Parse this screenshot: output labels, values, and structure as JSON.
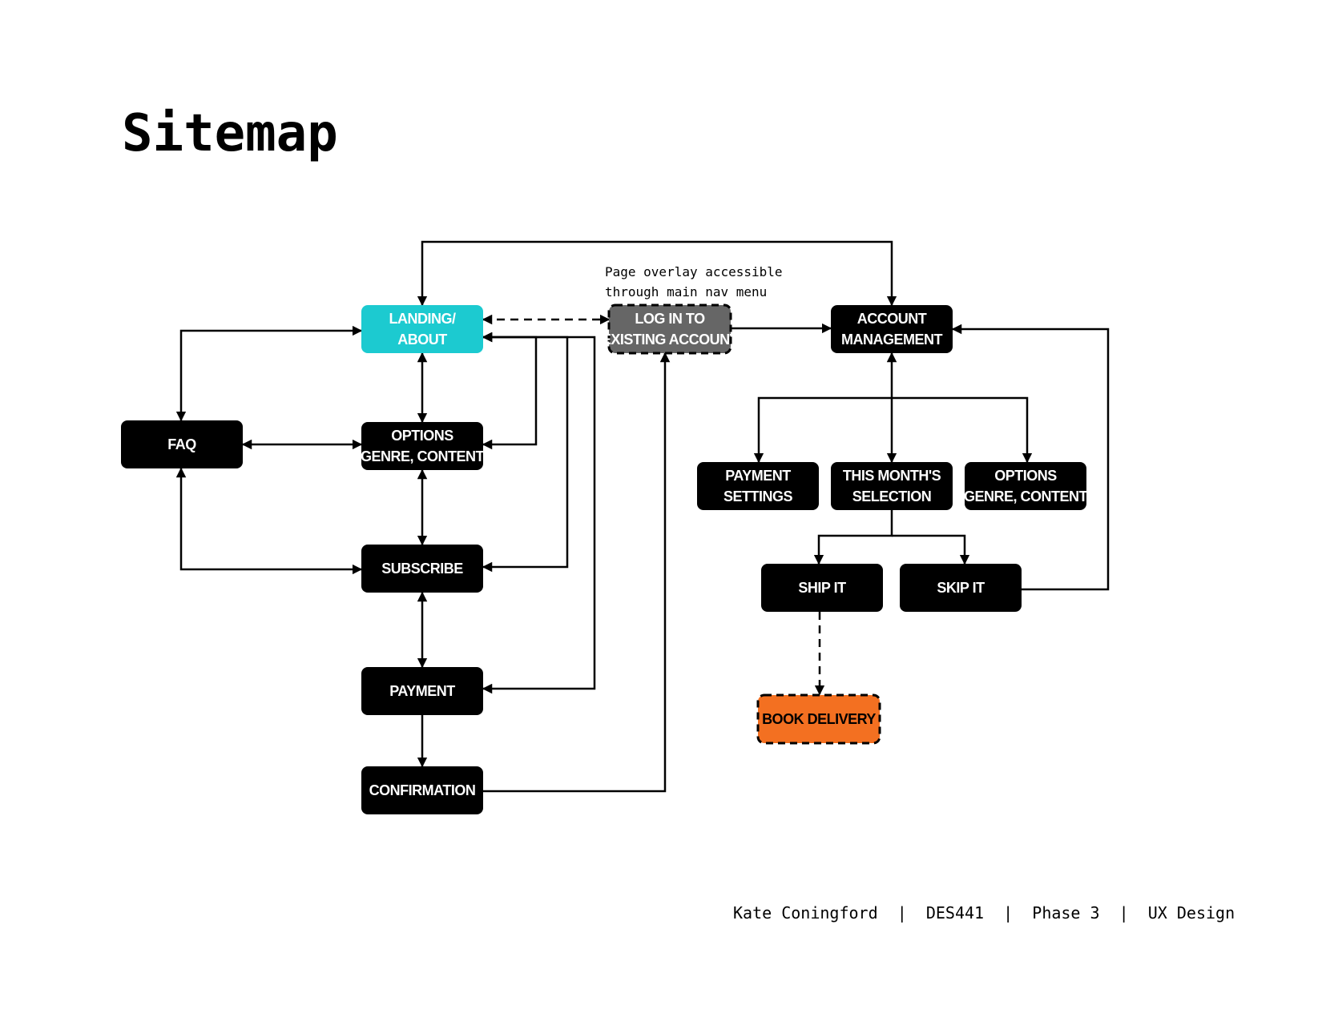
{
  "title": "Sitemap",
  "note": [
    "Page overlay accessible",
    "through main nav menu"
  ],
  "footer": "Kate Coningford  |  DES441  |  Phase 3  |  UX Design",
  "colors": {
    "landing": "#1ccad0",
    "login": "#666666",
    "book_delivery": "#f37021",
    "node": "#000000",
    "background": "#ffffff"
  },
  "nodes": [
    {
      "id": "landing",
      "lines": [
        "LANDING/",
        "ABOUT"
      ],
      "fill": "#1ccad0",
      "dashed": false
    },
    {
      "id": "faq",
      "lines": [
        "FAQ"
      ],
      "fill": "#000000",
      "dashed": false
    },
    {
      "id": "options-left",
      "lines": [
        "OPTIONS",
        "(GENRE, CONTENT)"
      ],
      "fill": "#000000",
      "dashed": false
    },
    {
      "id": "subscribe",
      "lines": [
        "SUBSCRIBE"
      ],
      "fill": "#000000",
      "dashed": false
    },
    {
      "id": "payment",
      "lines": [
        "PAYMENT"
      ],
      "fill": "#000000",
      "dashed": false
    },
    {
      "id": "confirmation",
      "lines": [
        "CONFIRMATION"
      ],
      "fill": "#000000",
      "dashed": false
    },
    {
      "id": "login",
      "lines": [
        "LOG IN TO",
        "EXISTING ACCOUNT"
      ],
      "fill": "#666666",
      "dashed": true
    },
    {
      "id": "account",
      "lines": [
        "ACCOUNT",
        "MANAGEMENT"
      ],
      "fill": "#000000",
      "dashed": false
    },
    {
      "id": "payment-settings",
      "lines": [
        "PAYMENT",
        "SETTINGS"
      ],
      "fill": "#000000",
      "dashed": false
    },
    {
      "id": "this-month",
      "lines": [
        "THIS MONTH'S",
        "SELECTION"
      ],
      "fill": "#000000",
      "dashed": false
    },
    {
      "id": "options-right",
      "lines": [
        "OPTIONS",
        "(GENRE, CONTENT)"
      ],
      "fill": "#000000",
      "dashed": false
    },
    {
      "id": "ship",
      "lines": [
        "SHIP IT"
      ],
      "fill": "#000000",
      "dashed": false
    },
    {
      "id": "skip",
      "lines": [
        "SKIP IT"
      ],
      "fill": "#000000",
      "dashed": false
    },
    {
      "id": "book",
      "lines": [
        "BOOK DELIVERY"
      ],
      "fill": "#f37021",
      "dashed": true
    }
  ],
  "edges": [
    {
      "id": "landing-account",
      "from": "landing",
      "to": "account",
      "bidirectional": true,
      "dashed": false
    },
    {
      "id": "landing-login",
      "from": "landing",
      "to": "login",
      "bidirectional": true,
      "dashed": true
    },
    {
      "id": "login-account",
      "from": "login",
      "to": "account",
      "bidirectional": false,
      "dashed": false
    },
    {
      "id": "landing-faq",
      "from": "landing",
      "to": "faq",
      "bidirectional": true,
      "dashed": false
    },
    {
      "id": "landing-options",
      "from": "landing",
      "to": "options-left",
      "bidirectional": true,
      "dashed": false
    },
    {
      "id": "faq-options",
      "from": "faq",
      "to": "options-left",
      "bidirectional": true,
      "dashed": false
    },
    {
      "id": "faq-subscribe",
      "from": "faq",
      "to": "subscribe",
      "bidirectional": true,
      "dashed": false
    },
    {
      "id": "options-subscribe",
      "from": "options-left",
      "to": "subscribe",
      "bidirectional": true,
      "dashed": false
    },
    {
      "id": "subscribe-payment",
      "from": "subscribe",
      "to": "payment",
      "bidirectional": true,
      "dashed": false
    },
    {
      "id": "payment-confirmation",
      "from": "payment",
      "to": "confirmation",
      "bidirectional": false,
      "dashed": false
    },
    {
      "id": "landing-loop-options",
      "from": "landing",
      "to": "options-left",
      "bidirectional": true,
      "dashed": false
    },
    {
      "id": "landing-loop-subscribe",
      "from": "landing",
      "to": "subscribe",
      "bidirectional": true,
      "dashed": false
    },
    {
      "id": "landing-loop-payment",
      "from": "landing",
      "to": "payment",
      "bidirectional": true,
      "dashed": false
    },
    {
      "id": "confirmation-login",
      "from": "confirmation",
      "to": "login",
      "bidirectional": false,
      "dashed": false
    },
    {
      "id": "account-payment-settings",
      "from": "account",
      "to": "payment-settings",
      "bidirectional": false,
      "dashed": false
    },
    {
      "id": "account-this-month",
      "from": "account",
      "to": "this-month",
      "bidirectional": true,
      "dashed": false
    },
    {
      "id": "account-options-right",
      "from": "account",
      "to": "options-right",
      "bidirectional": false,
      "dashed": false
    },
    {
      "id": "this-month-ship",
      "from": "this-month",
      "to": "ship",
      "bidirectional": false,
      "dashed": false
    },
    {
      "id": "this-month-skip",
      "from": "this-month",
      "to": "skip",
      "bidirectional": false,
      "dashed": false
    },
    {
      "id": "skip-account",
      "from": "skip",
      "to": "account",
      "bidirectional": false,
      "dashed": false
    },
    {
      "id": "ship-book",
      "from": "ship",
      "to": "book",
      "bidirectional": false,
      "dashed": true
    }
  ]
}
